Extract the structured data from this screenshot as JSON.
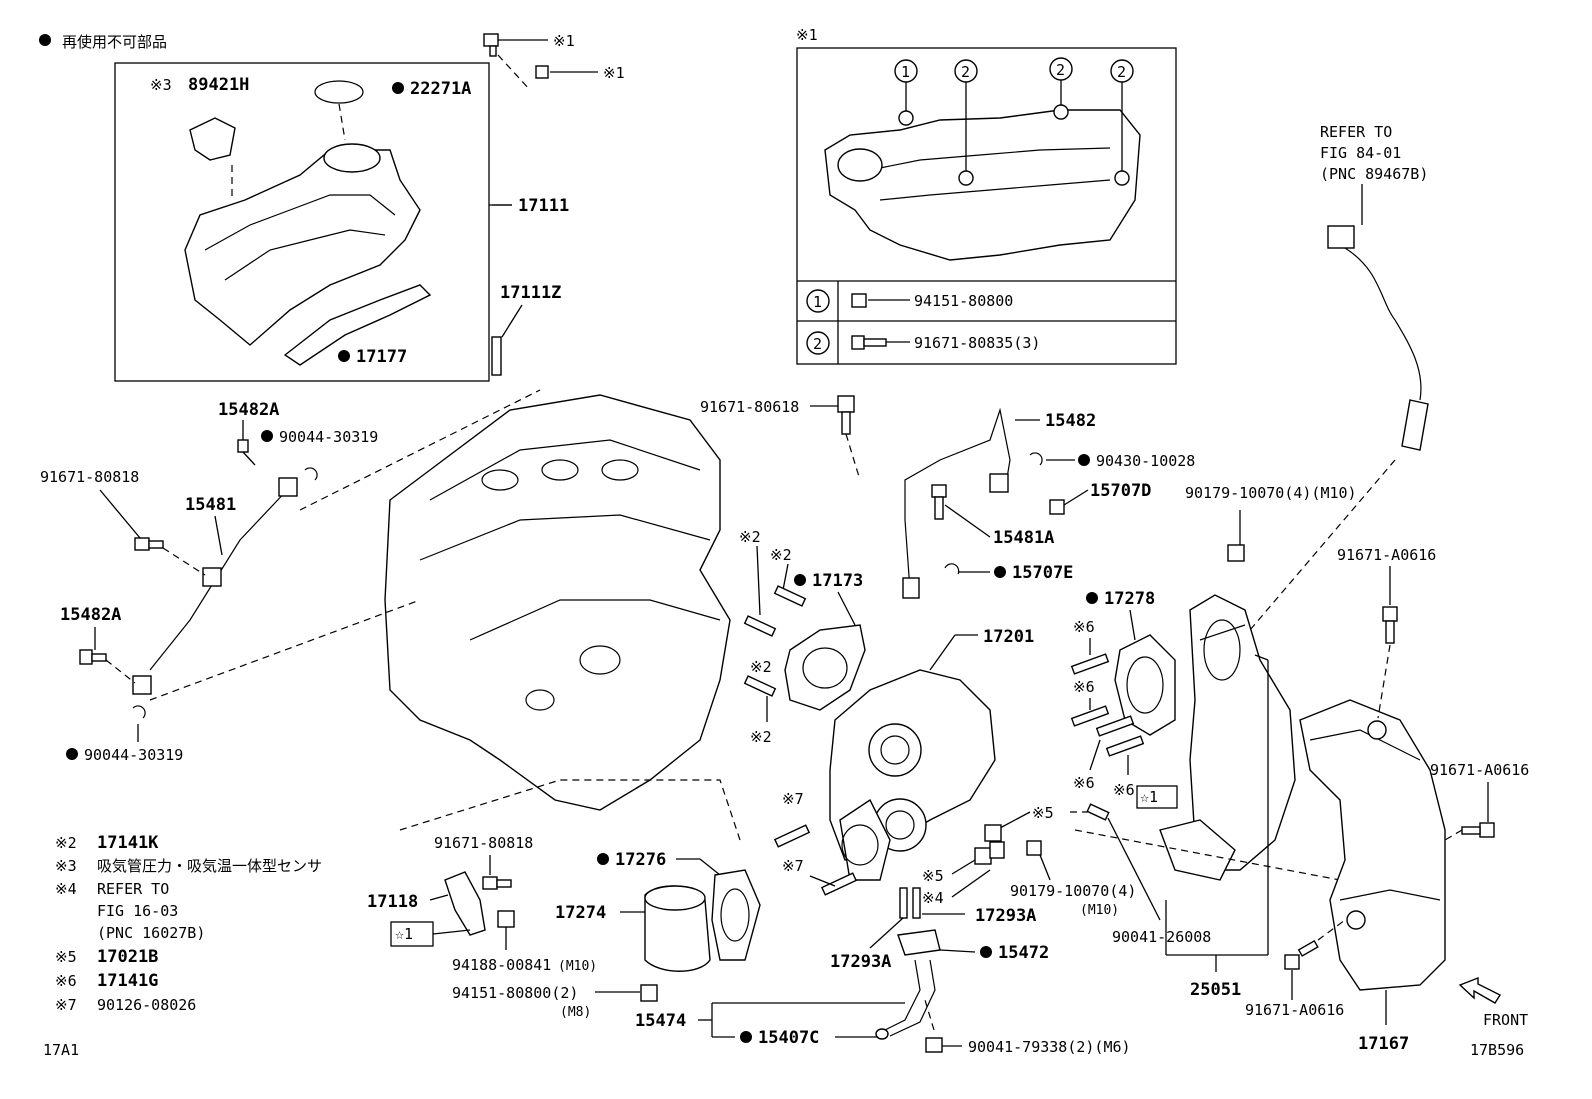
{
  "legend": {
    "non_reusable": "再使用不可部品"
  },
  "labels": {
    "p17111": "17111",
    "p17111z": "17111Z",
    "p89421h": "89421H",
    "p22271a": "22271A",
    "p17177": "17177",
    "p15482a_top": "15482A",
    "p90044_30319_top": "90044-30319",
    "p91671_80818_left": "91671-80818",
    "p15481": "15481",
    "p15482a_mid": "15482A",
    "p90044_30319_bot": "90044-30319",
    "p91671_80618": "91671-80618",
    "p15482": "15482",
    "p90430_10028": "90430-10028",
    "p15707d": "15707D",
    "p15481a": "15481A",
    "p15707e": "15707E",
    "p17173": "17173",
    "p17201": "17201",
    "p17278": "17278",
    "p90179_10070_top": "90179-10070(4)(M10)",
    "p91671_a0616_top": "91671-A0616",
    "p91671_a0616_mid": "91671-A0616",
    "p91671_a0616_bot": "91671-A0616",
    "p91671_80818_bot": "91671-80818",
    "p17118": "17118",
    "p94188_00841": "94188-00841",
    "p94188_m10": "(M10)",
    "p17276": "17276",
    "p17274": "17274",
    "p94151_80800_2": "94151-80800(2)",
    "p94151_m8": "(M8)",
    "p15474": "15474",
    "p15407c": "15407C",
    "p90041_79338": "90041-79338(2)(M6)",
    "p17293a_r": "17293A",
    "p17293a_l": "17293A",
    "p15472": "15472",
    "p90179_10070_bot": "90179-10070(4)",
    "p90179_m10": "(M10)",
    "p90041_26008": "90041-26008",
    "p25051": "25051",
    "p17167": "17167",
    "front": "FRONT",
    "fig_code_left": "17A1",
    "fig_code_right": "17B596"
  },
  "marks": {
    "m1": "※1",
    "m2": "※2",
    "m3": "※3",
    "m4": "※4",
    "m5": "※5",
    "m6": "※6",
    "m7": "※7",
    "star1": "☆1"
  },
  "refer_box": {
    "line1": "REFER TO",
    "line2": "FIG 84-01",
    "line3": "(PNC 89467B)"
  },
  "inset": {
    "title": "※1",
    "circle1": "1",
    "circle2": "2",
    "row1_part": "94151-80800",
    "row2_part": "91671-80835(3)"
  },
  "notes": [
    {
      "mark": "※2",
      "text": "17141K"
    },
    {
      "mark": "※3",
      "text": "吸気管圧力・吸気温一体型センサ"
    },
    {
      "mark": "※4",
      "text": "REFER TO"
    },
    {
      "mark": "",
      "text": "FIG 16-03"
    },
    {
      "mark": "",
      "text": "(PNC 16027B)"
    },
    {
      "mark": "※5",
      "text": "17021B"
    },
    {
      "mark": "※6",
      "text": "17141G"
    },
    {
      "mark": "※7",
      "text": "90126-08026"
    }
  ]
}
